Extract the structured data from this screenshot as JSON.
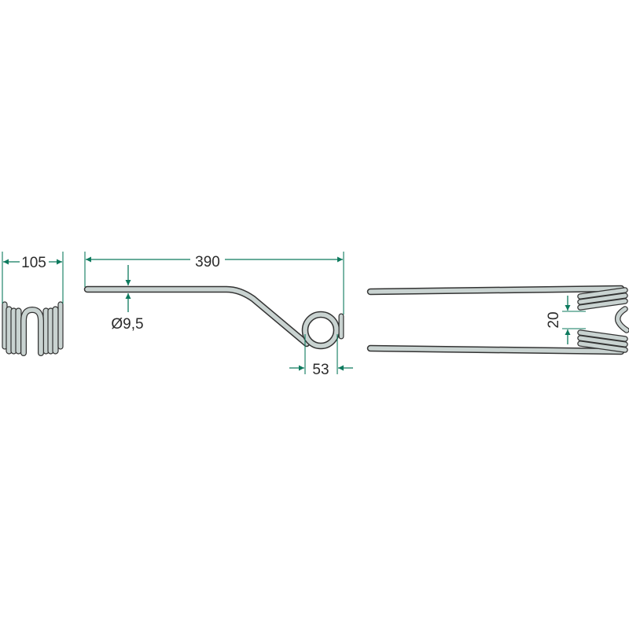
{
  "drawing": {
    "title_views": [
      "side-view",
      "front-view",
      "top-view"
    ],
    "dimensions": {
      "width": "105",
      "length": "390",
      "wire_diameter": "Ø9,5",
      "coil_diameter": "53",
      "coil_gap": "20"
    },
    "colors": {
      "dimension": "#0e7a5e",
      "wire_fill": "#c9d3d1",
      "wire_outline": "#333333"
    }
  }
}
